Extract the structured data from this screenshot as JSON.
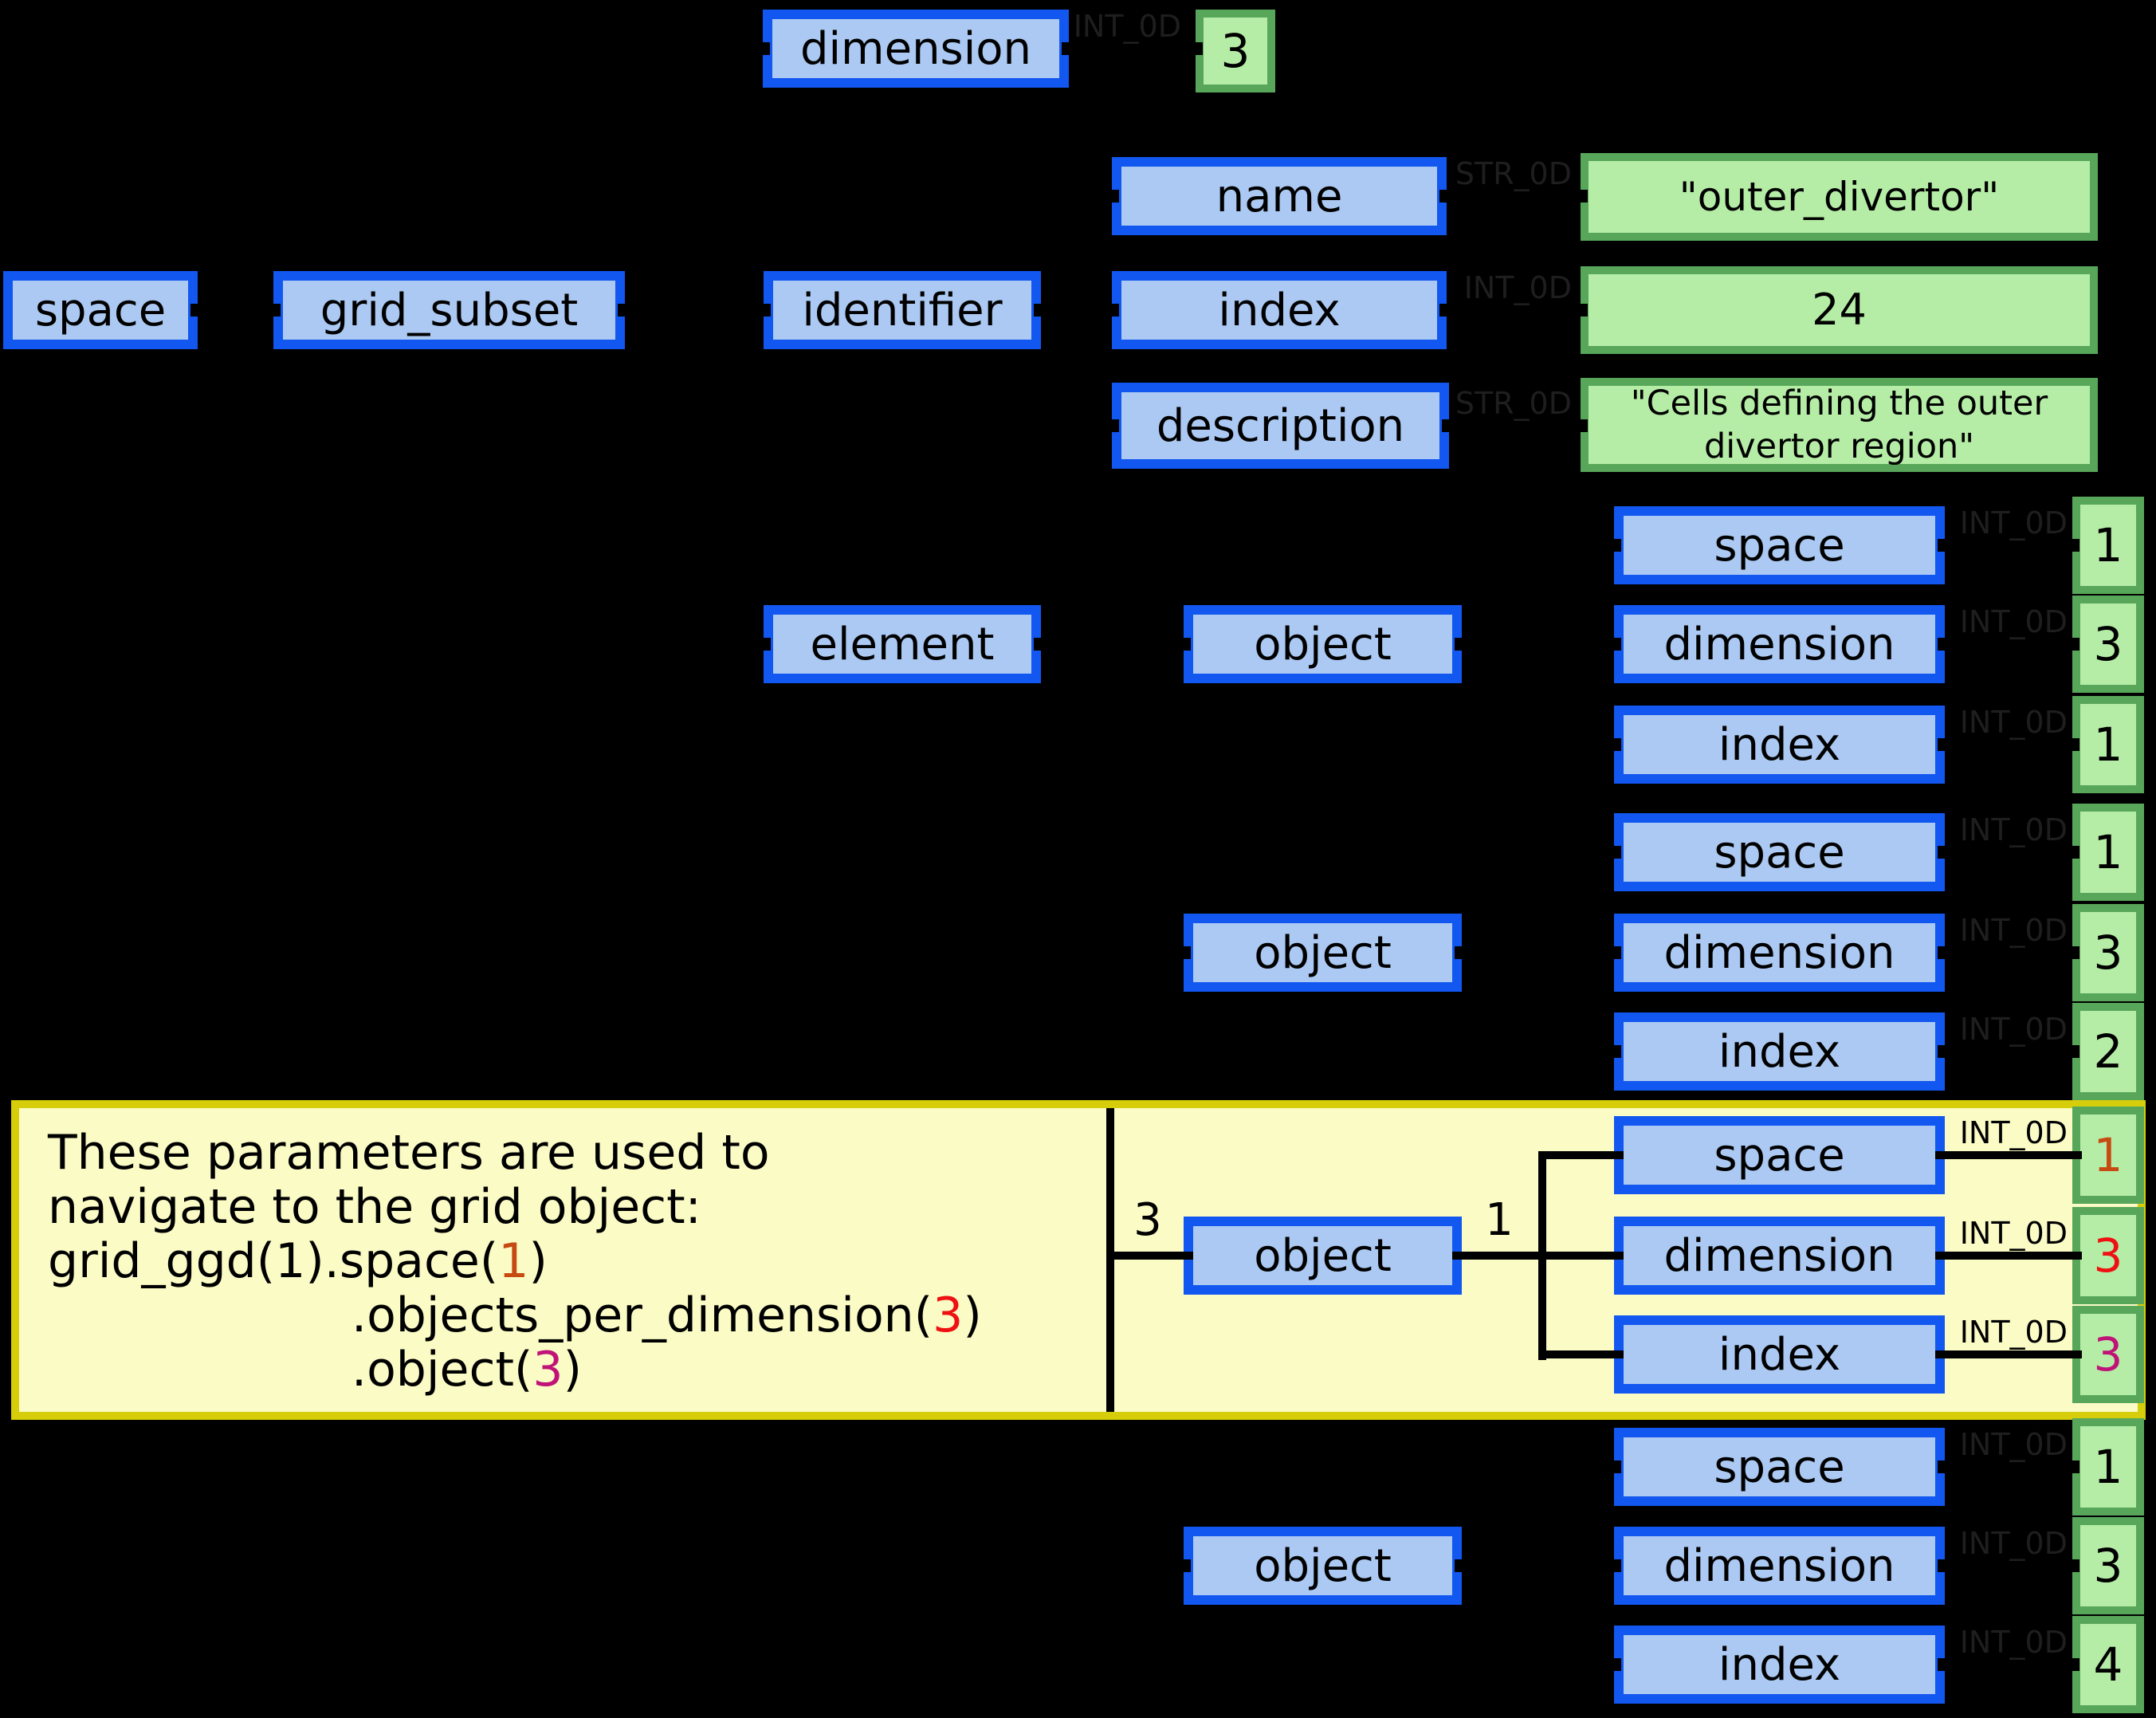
{
  "colors": {
    "background": "#000000",
    "node_fill": "#abc9f2",
    "node_border": "#1257f0",
    "value_fill": "#b5eda6",
    "value_border": "#58a65a",
    "note_fill": "#fbfbc6",
    "note_border": "#d6ce0a",
    "faint_type_label": "#1e1e1e",
    "highlight_orange": "#c64a12",
    "highlight_red": "#ee1111",
    "highlight_magenta": "#c01378"
  },
  "type_labels": {
    "int": "INT_0D",
    "str": "STR_0D"
  },
  "root": {
    "space_label": "space",
    "grid_subset_label": "grid_subset",
    "identifier_label": "identifier",
    "element_label": "element",
    "dimension_label": "dimension",
    "dimension_value": "3"
  },
  "identifier": {
    "name_label": "name",
    "name_value": "\"outer_divertor\"",
    "index_label": "index",
    "index_value": "24",
    "description_label": "description",
    "description_value_line1": "\"Cells defining the outer",
    "description_value_line2": "divertor region\""
  },
  "objects": [
    {
      "object_label": "object",
      "space_label": "space",
      "space_value": "1",
      "dimension_label": "dimension",
      "dimension_value": "3",
      "index_label": "index",
      "index_value": "1"
    },
    {
      "object_label": "object",
      "space_label": "space",
      "space_value": "1",
      "dimension_label": "dimension",
      "dimension_value": "3",
      "index_label": "index",
      "index_value": "2"
    },
    {
      "object_label": "object",
      "space_label": "space",
      "space_value": "1",
      "dimension_label": "dimension",
      "dimension_value": "3",
      "index_label": "index",
      "index_value": "3",
      "count_in": "3",
      "count_out": "1"
    },
    {
      "object_label": "object",
      "space_label": "space",
      "space_value": "1",
      "dimension_label": "dimension",
      "dimension_value": "3",
      "index_label": "index",
      "index_value": "4"
    }
  ],
  "note": {
    "line1": "These parameters are used to",
    "line2": "navigate to the grid object:",
    "line3_pre": "grid_ggd(1).space(",
    "line3_num": "1",
    "line3_post": ")",
    "line4_pre": ".objects_per_dimension(",
    "line4_num": "3",
    "line4_post": ")",
    "line5_pre": ".object(",
    "line5_num": "3",
    "line5_post": ")"
  }
}
